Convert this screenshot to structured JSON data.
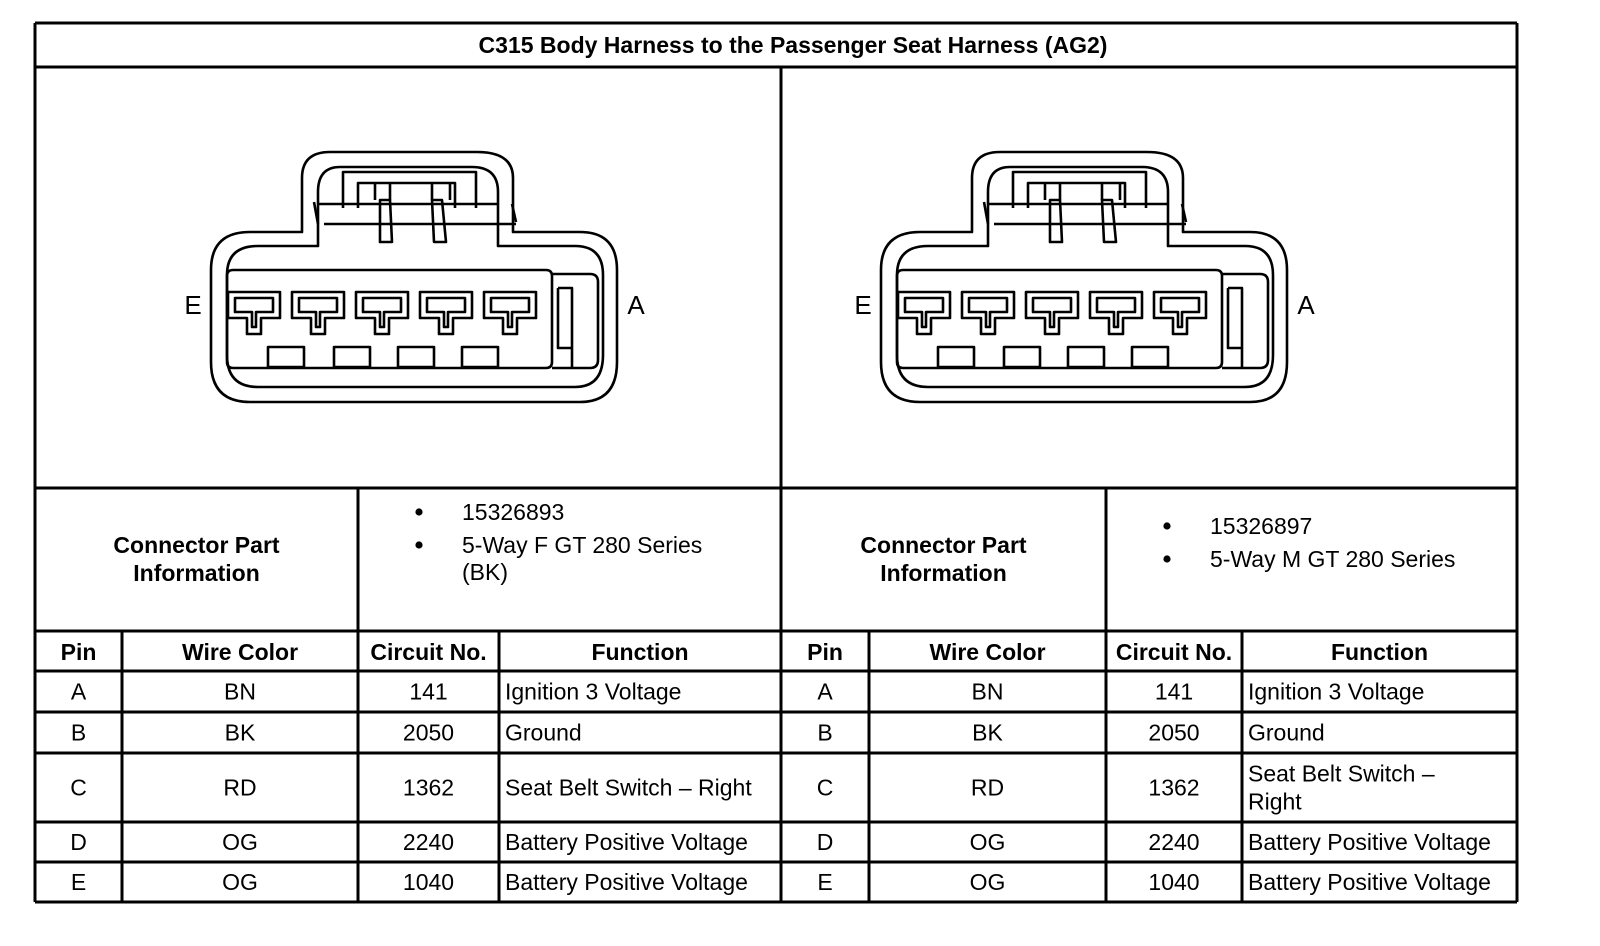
{
  "title": "C315 Body Harness to the Passenger Seat Harness (AG2)",
  "connectors": [
    {
      "left_label": "E",
      "right_label": "A",
      "part_heading_line1": "Connector Part",
      "part_heading_line2": "Information",
      "part_bullets": [
        "15326893",
        "5-Way F GT 280 Series"
      ],
      "part_bullet_continuation": "(BK)",
      "table": {
        "headers": [
          "Pin",
          "Wire Color",
          "Circuit No.",
          "Function"
        ],
        "rows": [
          {
            "pin": "A",
            "color": "BN",
            "circuit": "141",
            "function": [
              "Ignition 3 Voltage"
            ]
          },
          {
            "pin": "B",
            "color": "BK",
            "circuit": "2050",
            "function": [
              "Ground"
            ]
          },
          {
            "pin": "C",
            "color": "RD",
            "circuit": "1362",
            "function": [
              "Seat Belt Switch – Right"
            ]
          },
          {
            "pin": "D",
            "color": "OG",
            "circuit": "2240",
            "function": [
              "Battery Positive Voltage"
            ]
          },
          {
            "pin": "E",
            "color": "OG",
            "circuit": "1040",
            "function": [
              "Battery Positive Voltage"
            ]
          }
        ]
      }
    },
    {
      "left_label": "E",
      "right_label": "A",
      "part_heading_line1": "Connector Part",
      "part_heading_line2": "Information",
      "part_bullets": [
        "15326897",
        "5-Way M GT 280 Series"
      ],
      "part_bullet_continuation": "",
      "table": {
        "headers": [
          "Pin",
          "Wire Color",
          "Circuit No.",
          "Function"
        ],
        "rows": [
          {
            "pin": "A",
            "color": "BN",
            "circuit": "141",
            "function": [
              "Ignition 3 Voltage"
            ]
          },
          {
            "pin": "B",
            "color": "BK",
            "circuit": "2050",
            "function": [
              "Ground"
            ]
          },
          {
            "pin": "C",
            "color": "RD",
            "circuit": "1362",
            "function": [
              "Seat Belt Switch –",
              "Right"
            ]
          },
          {
            "pin": "D",
            "color": "OG",
            "circuit": "2240",
            "function": [
              "Battery Positive Voltage"
            ]
          },
          {
            "pin": "E",
            "color": "OG",
            "circuit": "1040",
            "function": [
              "Battery Positive Voltage"
            ]
          }
        ]
      }
    }
  ]
}
